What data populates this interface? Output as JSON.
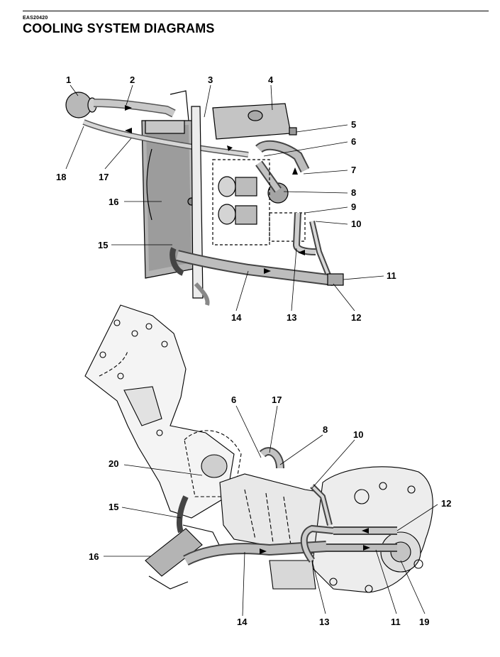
{
  "header": {
    "doc_code": "EAS20420",
    "title": "COOLING SYSTEM DIAGRAMS"
  },
  "upper_diagram": {
    "callouts": [
      "1",
      "2",
      "3",
      "4",
      "5",
      "6",
      "7",
      "8",
      "9",
      "10",
      "11",
      "12",
      "13",
      "14",
      "15",
      "16",
      "17",
      "18"
    ]
  },
  "lower_diagram": {
    "callouts": [
      "6",
      "17",
      "8",
      "10",
      "20",
      "12",
      "15",
      "16",
      "14",
      "13",
      "11",
      "19"
    ]
  }
}
